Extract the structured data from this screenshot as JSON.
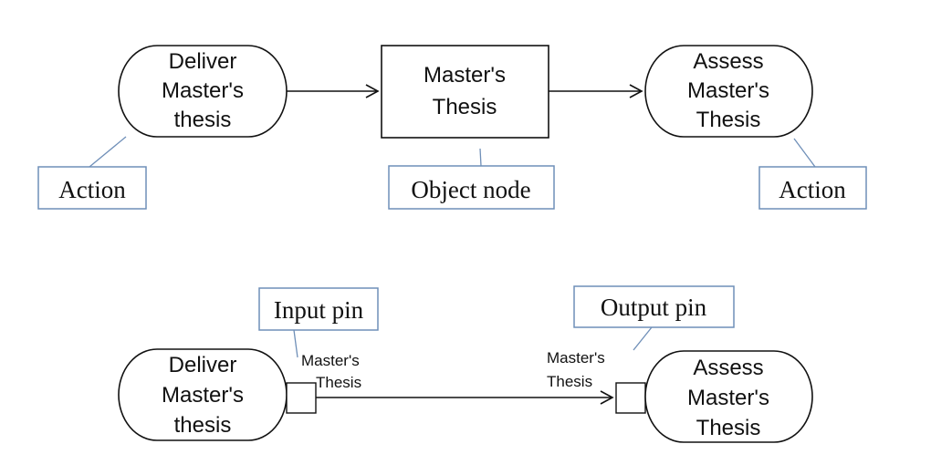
{
  "top": {
    "deliver_action": {
      "lines": [
        "Deliver",
        "Master's",
        "thesis"
      ]
    },
    "object_node": {
      "lines": [
        "Master's",
        "Thesis"
      ]
    },
    "assess_action": {
      "lines": [
        "Assess",
        "Master's",
        "Thesis"
      ]
    },
    "annotations": {
      "left_action": "Action",
      "object": "Object node",
      "right_action": "Action"
    }
  },
  "bottom": {
    "deliver_action": {
      "lines": [
        "Deliver",
        "Master's",
        "thesis"
      ]
    },
    "assess_action": {
      "lines": [
        "Assess",
        "Master's",
        "Thesis"
      ]
    },
    "output_pin_label": [
      "Master's",
      "Thesis"
    ],
    "input_pin_label": [
      "Master's",
      "Thesis"
    ],
    "annotations": {
      "left_pin": "Input pin",
      "right_pin": "Output pin"
    }
  },
  "colors": {
    "outline": "#111111",
    "annotation_border": "#6f8fb8",
    "background": "#ffffff"
  }
}
